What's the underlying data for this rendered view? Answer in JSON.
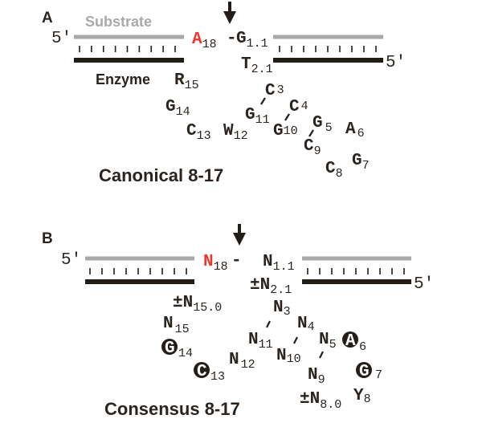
{
  "panel_a": {
    "label": "A",
    "substrate_label": "Substrate",
    "enzyme_label": "Enzyme",
    "five_prime_left": "5′",
    "five_prime_right": "5′",
    "bond": "-",
    "title": "Canonical 8-17",
    "nt": {
      "a18": {
        "base": "A",
        "sub": "18"
      },
      "g1_1": {
        "base": "G",
        "sub": "1.1"
      },
      "t2_1": {
        "base": "T",
        "sub": "2.1"
      },
      "r15": {
        "base": "R",
        "sub": "15"
      },
      "g14": {
        "base": "G",
        "sub": "14"
      },
      "c13": {
        "base": "C",
        "sub": "13"
      },
      "w12": {
        "base": "W",
        "sub": "12"
      },
      "g11": {
        "base": "G",
        "sub": "11"
      },
      "c3": {
        "base": "C",
        "sub": "3"
      },
      "c4": {
        "base": "C",
        "sub": "4"
      },
      "g10": {
        "base": "G",
        "sub": "10"
      },
      "g5": {
        "base": "G",
        "sub": "5"
      },
      "a6": {
        "base": "A",
        "sub": "6"
      },
      "c9": {
        "base": "C",
        "sub": "9"
      },
      "g7": {
        "base": "G",
        "sub": "7"
      },
      "c8": {
        "base": "C",
        "sub": "8"
      }
    }
  },
  "panel_b": {
    "label": "B",
    "five_prime_left": "5′",
    "five_prime_right": "5′",
    "bond": "-",
    "title": "Consensus 8-17",
    "nt": {
      "n18": {
        "base": "N",
        "sub": "18"
      },
      "n1_1": {
        "base": "N",
        "sub": "1.1"
      },
      "n2_1": {
        "base": "±N",
        "sub": "2.1"
      },
      "n15_0": {
        "base": "±N",
        "sub": "15.0"
      },
      "n15": {
        "base": "N",
        "sub": "15"
      },
      "g14": {
        "base": "G",
        "sub": "14"
      },
      "c13": {
        "base": "C",
        "sub": "13"
      },
      "n12": {
        "base": "N",
        "sub": "12"
      },
      "n11": {
        "base": "N",
        "sub": "11"
      },
      "n3": {
        "base": "N",
        "sub": "3"
      },
      "n4": {
        "base": "N",
        "sub": "4"
      },
      "n10": {
        "base": "N",
        "sub": "10"
      },
      "n5": {
        "base": "N",
        "sub": "5"
      },
      "a6": {
        "base": "A",
        "sub": "6"
      },
      "n9": {
        "base": "N",
        "sub": "9"
      },
      "g7": {
        "base": "G",
        "sub": "7"
      },
      "y8": {
        "base": "Y",
        "sub": "8"
      },
      "n8_0": {
        "base": "±N",
        "sub": "8.0"
      }
    }
  },
  "colors": {
    "text": "#2b241e",
    "substrate": "#a9a9a9",
    "cleavage_site": "#e8372c"
  }
}
